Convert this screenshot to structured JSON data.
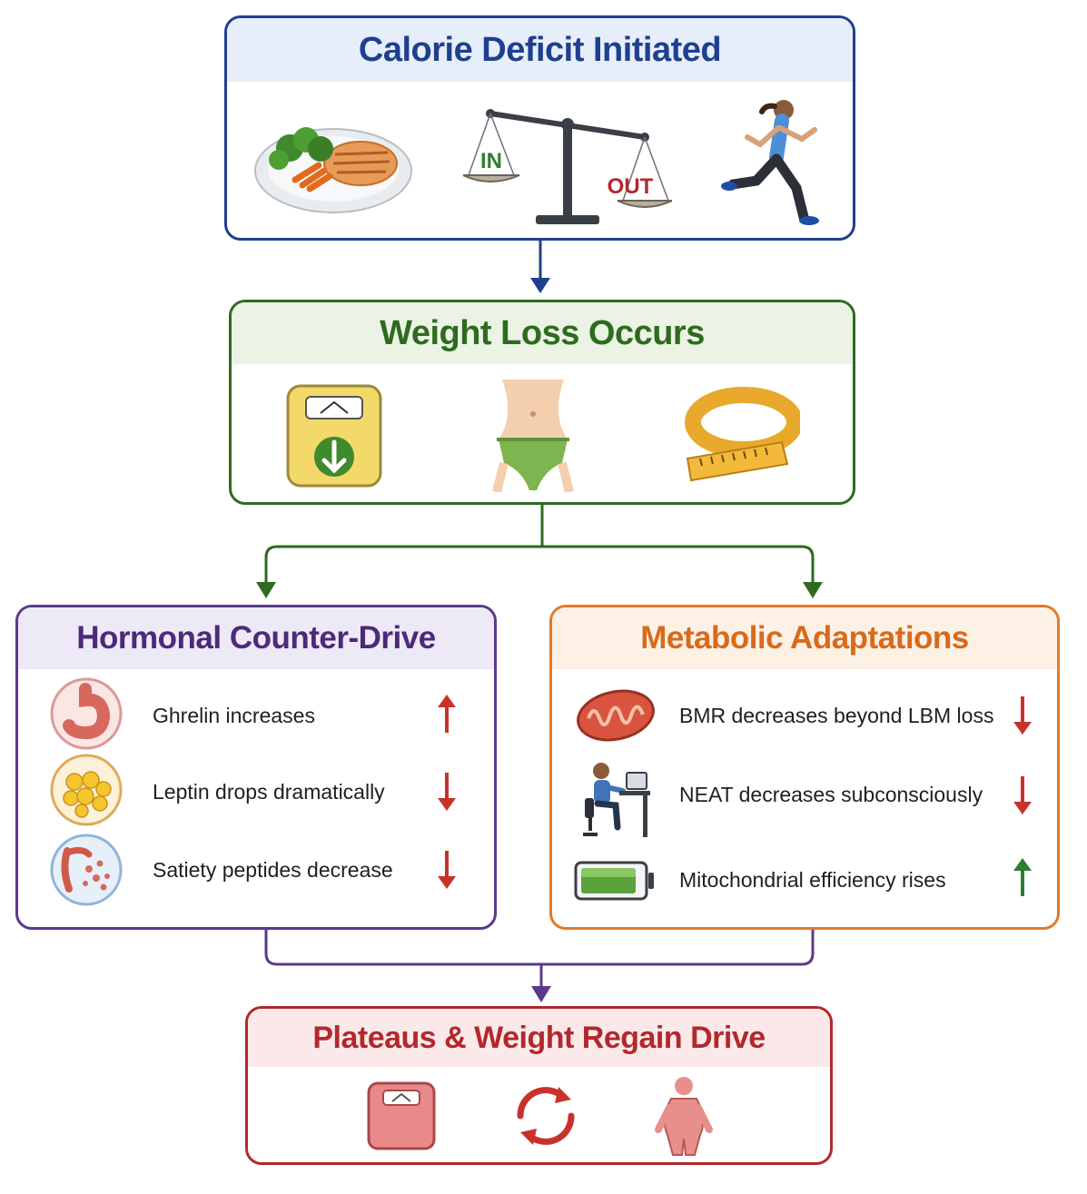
{
  "boxes": {
    "deficit": {
      "title": "Calorie Deficit Initiated",
      "accent": "#1f3f8f",
      "header_bg": "#e6eef9"
    },
    "weight_loss": {
      "title": "Weight Loss Occurs",
      "accent": "#2e6b1f",
      "header_bg": "#eaf3e4"
    },
    "hormonal": {
      "title": "Hormonal Counter-Drive",
      "accent": "#4b2a7a",
      "header_bg": "#eee9f6",
      "items": [
        {
          "label": "Ghrelin increases",
          "icon": "stomach-icon",
          "direction": "up"
        },
        {
          "label": "Leptin drops dramatically",
          "icon": "fat-cells-icon",
          "direction": "down"
        },
        {
          "label": "Satiety peptides decrease",
          "icon": "intestine-icon",
          "direction": "down"
        }
      ]
    },
    "metabolic": {
      "title": "Metabolic Adaptations",
      "accent": "#d86a1c",
      "header_bg": "#fdf0e4",
      "items": [
        {
          "label": "BMR decreases beyond LBM loss",
          "icon": "mitochondria-icon",
          "direction": "down"
        },
        {
          "label": "NEAT decreases subconsciously",
          "icon": "desk-worker-icon",
          "direction": "down"
        },
        {
          "label": "Mitochondrial efficiency rises",
          "icon": "battery-icon",
          "direction": "up"
        }
      ]
    },
    "plateau": {
      "title": "Plateaus & Weight Regain Drive",
      "accent": "#b3282d",
      "header_bg": "#fbe9e9"
    }
  },
  "icons": {
    "deficit": [
      "plate-of-food-icon",
      "balance-scale-icon",
      "runner-icon"
    ],
    "balance_labels": {
      "in": "IN",
      "out": "OUT"
    },
    "weight_loss": [
      "bathroom-scale-down-icon",
      "waist-icon",
      "measuring-tape-icon"
    ],
    "plateau": [
      "scale-icon",
      "cycle-arrows-icon",
      "body-icon"
    ]
  },
  "colors": {
    "up_arrow": "#c8322a",
    "down_arrow": "#c8322a",
    "green_arrow": "#2e7d32"
  }
}
